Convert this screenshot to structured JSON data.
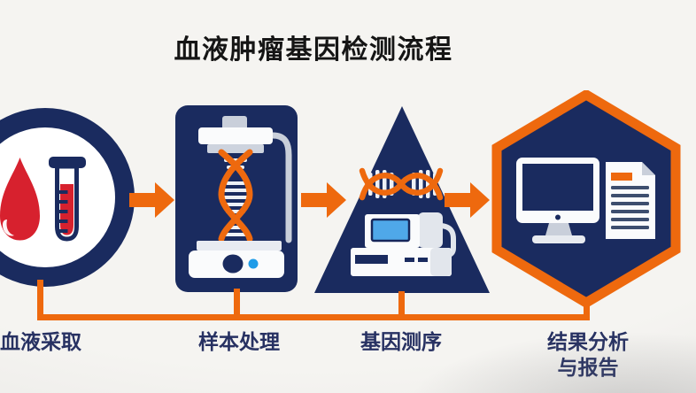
{
  "title": "血液肿瘤基因检测流程",
  "steps": [
    {
      "label": "血液采取",
      "shape": "circle",
      "icon": "blood-drop-and-test-tube"
    },
    {
      "label": "样本处理",
      "shape": "rounded-rectangle",
      "icon": "dna-extraction-machine"
    },
    {
      "label": "基因测序",
      "shape": "triangle",
      "icon": "dna-strand-and-sequencer"
    },
    {
      "label": "结果分析与报告",
      "lines": [
        "结果分析",
        "与报告"
      ],
      "shape": "hexagon",
      "icon": "computer-and-report"
    }
  ],
  "flow": {
    "direction": "left-to-right",
    "arrow_count": 3,
    "connector_style": "bottom-bracket"
  },
  "colors": {
    "background": "#F5F4F1",
    "navy": "#1A2B5F",
    "orange": "#EE690E",
    "red": "#D7212E",
    "machine_white": "#FAFBFC",
    "light_gray": "#C9CFDA",
    "pale_gray": "#E2E6EC",
    "screen_blue": "#4FA8E9",
    "dot_blue": "#1F9CE8",
    "doc_line": "#3D4E6E",
    "label_text": "#273162",
    "title_text": "#151515"
  }
}
